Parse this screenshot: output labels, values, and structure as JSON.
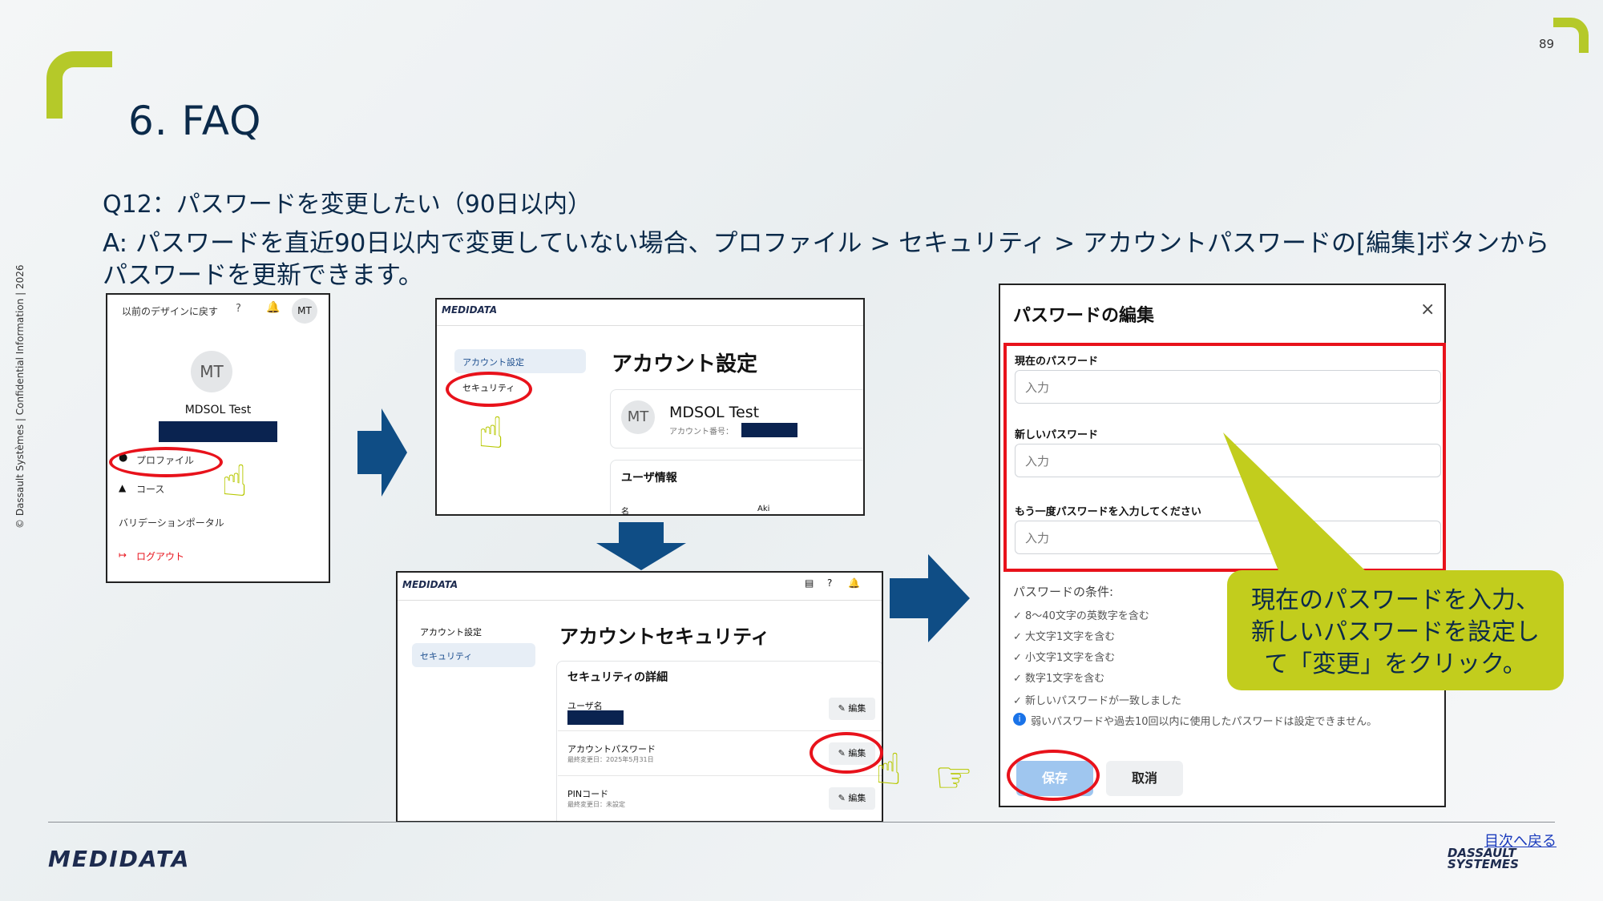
{
  "page_number": "89",
  "title": "6. FAQ",
  "question": "Q12：パスワードを変更したい（90日以内）",
  "answer": "A: パスワードを直近90日以内で変更していない場合、プロファイル > セキュリティ > アカウントパスワードの[編集]ボタンからパスワードを更新できます。",
  "sidebar_text": "© Dassault Systèmes | Confidential Information | 2026",
  "back_link": "目次へ戻る",
  "footer": {
    "medidata_logo": "MEDIDATA",
    "ds_logo_line1": "DASSAULT",
    "ds_logo_line2": "SYSTEMES"
  },
  "shot1": {
    "header_link": "以前のデザインに戻す",
    "header_avatar": "MT",
    "avatar": "MT",
    "user_name": "MDSOL Test",
    "menu": [
      "プロファイル",
      "コース",
      "バリデーションポータル"
    ],
    "logout": "ログアウト"
  },
  "shot2": {
    "logo": "MEDIDATA",
    "nav": [
      "アカウント設定",
      "セキュリティ"
    ],
    "heading": "アカウント設定",
    "avatar": "MT",
    "user_name": "MDSOL Test",
    "account_label": "アカウント番号：",
    "section": "ユーザ情報",
    "row_label": "名",
    "row_value": "Aki"
  },
  "shot3": {
    "logo": "MEDIDATA",
    "nav": [
      "アカウント設定",
      "セキュリティ"
    ],
    "heading": "アカウントセキュリティ",
    "section": "セキュリティの詳細",
    "rows": [
      {
        "label": "ユーザ名",
        "sub": "",
        "button": "編集"
      },
      {
        "label": "アカウントパスワード",
        "sub": "最終変更日：2025年5月31日",
        "button": "編集"
      },
      {
        "label": "PINコード",
        "sub": "最終変更日：未設定",
        "button": "編集"
      }
    ]
  },
  "shot4": {
    "dialog_title": "パスワードの編集",
    "close": "×",
    "fields": [
      {
        "label": "現在のパスワード",
        "placeholder": "入力"
      },
      {
        "label": "新しいパスワード",
        "placeholder": "入力"
      },
      {
        "label": "もう一度パスワードを入力してください",
        "placeholder": "入力"
      }
    ],
    "conditions_title": "パスワードの条件:",
    "conditions": [
      "8〜40文字の英数字を含む",
      "大文字1文字を含む",
      "小文字1文字を含む",
      "数字1文字を含む",
      "新しいパスワードが一致しました"
    ],
    "info": "弱いパスワードや過去10回以内に使用したパスワードは設定できません。",
    "save": "保存",
    "cancel": "取消"
  },
  "callout": "現在のパスワードを入力、新しいパスワードを設定して「変更」をクリック。",
  "colors": {
    "accent": "#b5c929",
    "navy": "#0b2a4a",
    "arrow": "#0f4d85",
    "highlight": "#e8121b"
  }
}
